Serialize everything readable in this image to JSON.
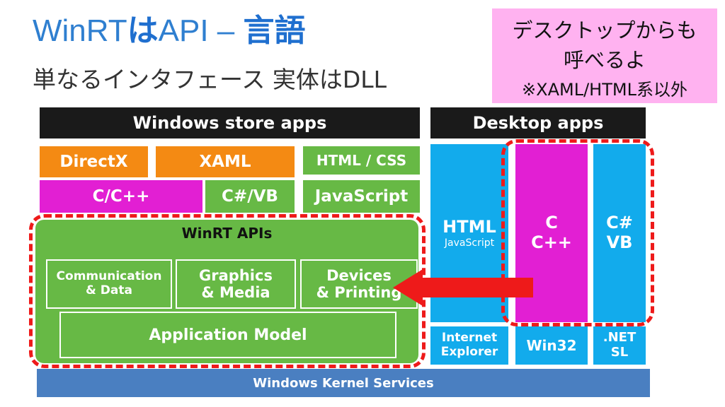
{
  "title": {
    "part1": "WinRT",
    "part2": "は",
    "part3": "API – ",
    "part4": "言語"
  },
  "subtitle": "単なるインタフェース 実体はDLL",
  "callout": {
    "line1": "デスクトップからも",
    "line2": "呼べるよ",
    "line3": "※XAML/HTML系以外"
  },
  "store": {
    "header": "Windows store apps",
    "directx": "DirectX",
    "xaml": "XAML",
    "html_css": "HTML / CSS",
    "cpp": "C/C++",
    "csvb": "C#/VB",
    "javascript": "JavaScript"
  },
  "winrt": {
    "title": "WinRT APIs",
    "comm_line1": "Communication",
    "comm_line2": "& Data",
    "graphics_line1": "Graphics",
    "graphics_line2": "& Media",
    "devices_line1": "Devices",
    "devices_line2": "& Printing",
    "app_model": "Application Model"
  },
  "desktop": {
    "header": "Desktop apps",
    "html": "HTML",
    "javascript": "JavaScript",
    "c": "C",
    "cpp": "C++",
    "cs": "C#",
    "vb": "VB",
    "ie_line1": "Internet",
    "ie_line2": "Explorer",
    "win32": "Win32",
    "net": ".NET",
    "sl": "SL"
  },
  "kernel": "Windows Kernel Services",
  "colors": {
    "title_blue": "#2f7fd0",
    "black": "#1a1a1a",
    "orange": "#f48a13",
    "green": "#67b945",
    "magenta": "#e21fd3",
    "cyan": "#12abec",
    "kernel_blue": "#4a7fc1",
    "callout_pink": "#ffb2f0",
    "red": "#ee1a1a"
  }
}
